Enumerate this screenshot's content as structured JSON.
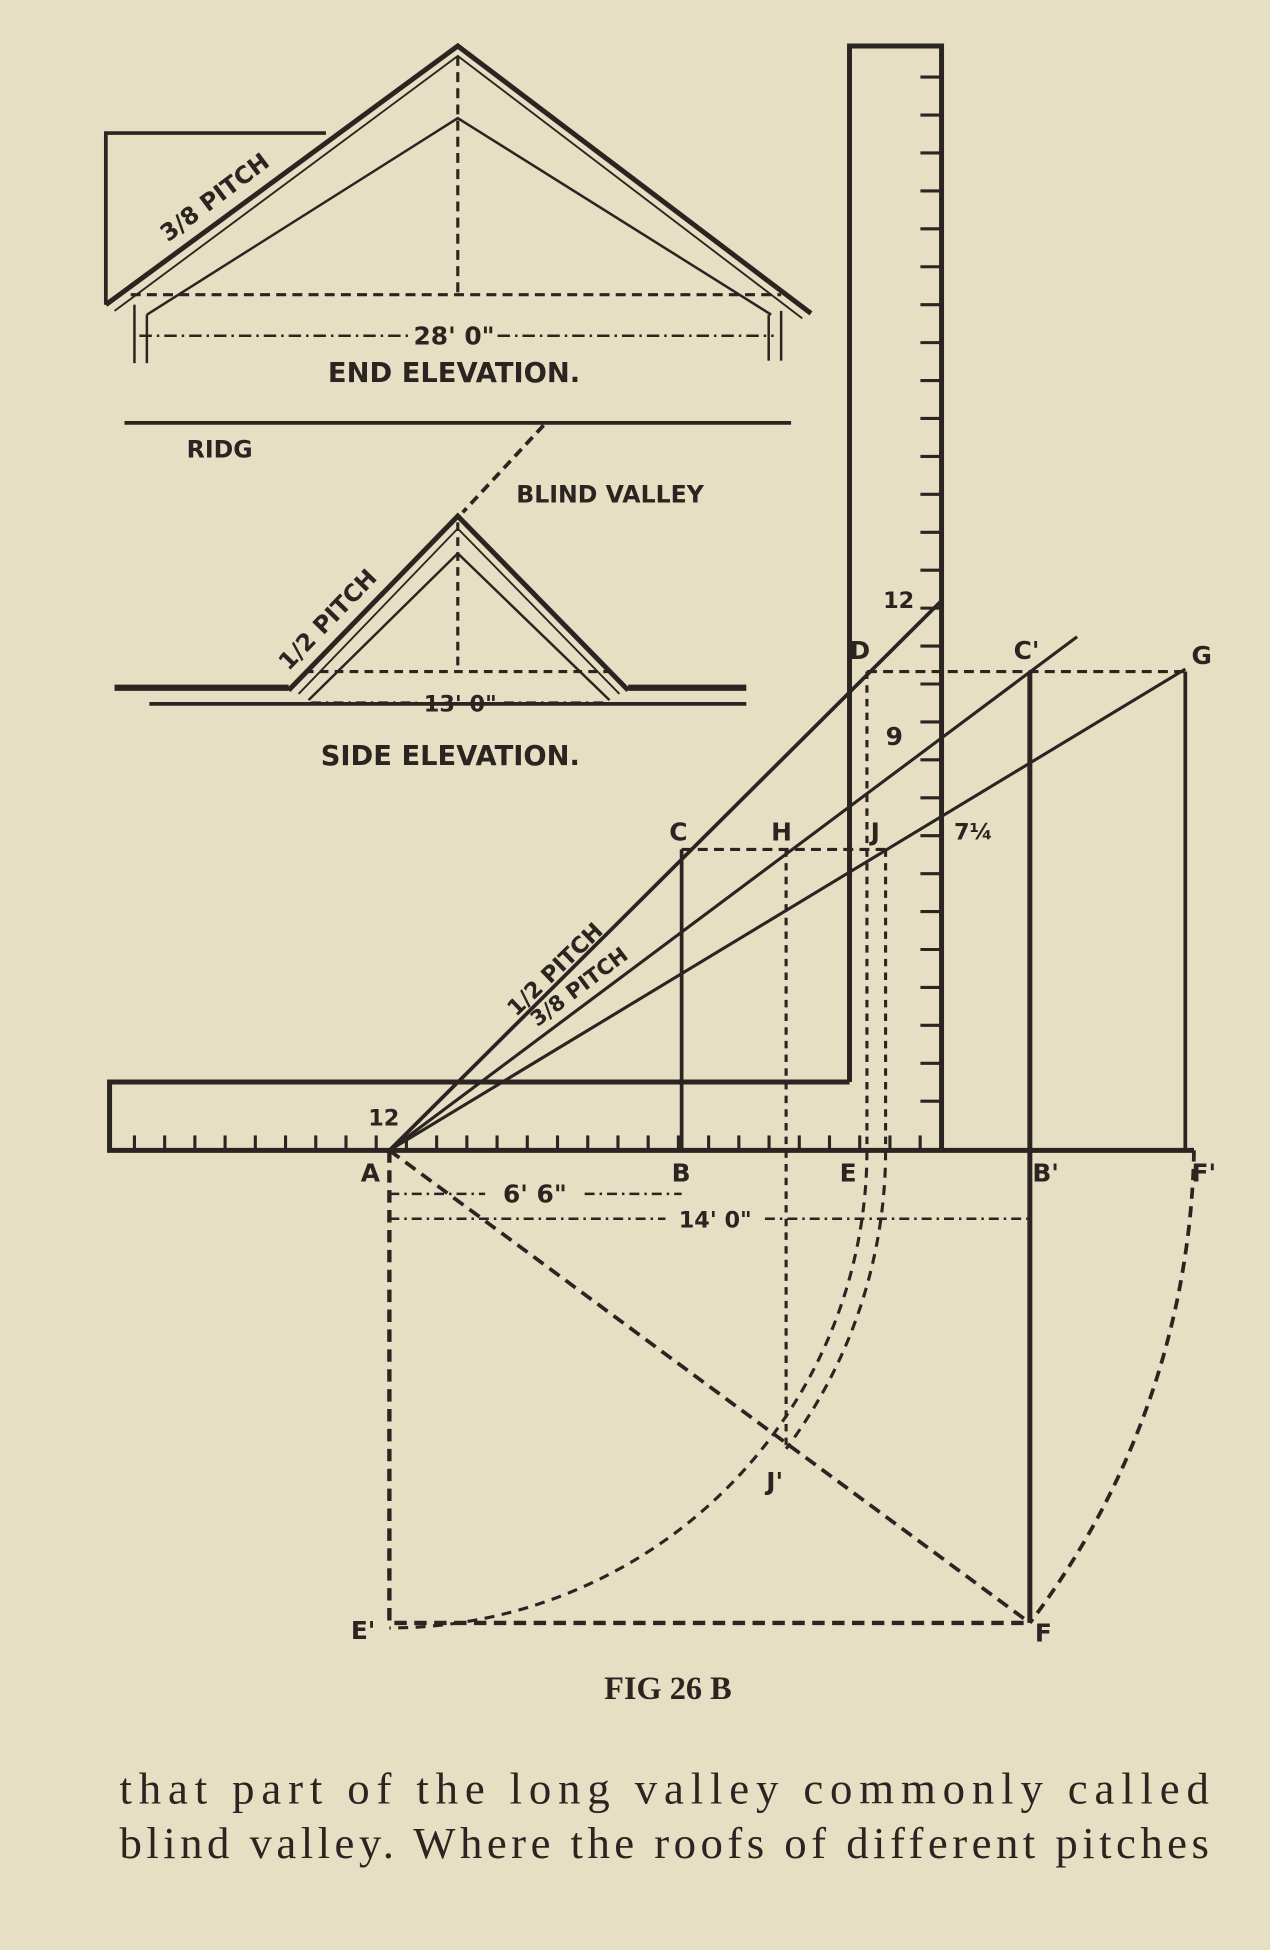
{
  "end_elevation": {
    "pitch_label": "3/8 PITCH",
    "span": "28' 0\"",
    "title": "END ELEVATION."
  },
  "ridge_label": "RIDG",
  "blind_valley_label": "BLIND VALLEY",
  "side_elevation": {
    "pitch_label": "1/2 PITCH",
    "span": "13' 0\"",
    "title": "SIDE ELEVATION."
  },
  "square": {
    "blade_12": "12",
    "blade_9": "9",
    "blade_7_quarter": "7¼",
    "tongue_12": "12"
  },
  "points": {
    "A": "A",
    "B": "B",
    "C": "C",
    "D": "D",
    "E": "E",
    "H": "H",
    "J": "J",
    "C_prime": "C'",
    "G": "G",
    "B_prime": "B'",
    "F_prime": "F'",
    "J_prime": "J'",
    "E_prime": "E'",
    "F": "F"
  },
  "rafter_labels": {
    "half": "1/2 PITCH",
    "three_eighths": "3/8 PITCH"
  },
  "dimensions": {
    "run_half": "6' 6\"",
    "run_full": "14' 0\""
  },
  "caption": "FIG 26 B",
  "body_text": [
    "that part of the long valley commonly called",
    "blind valley.  Where the roofs of different pitches"
  ]
}
